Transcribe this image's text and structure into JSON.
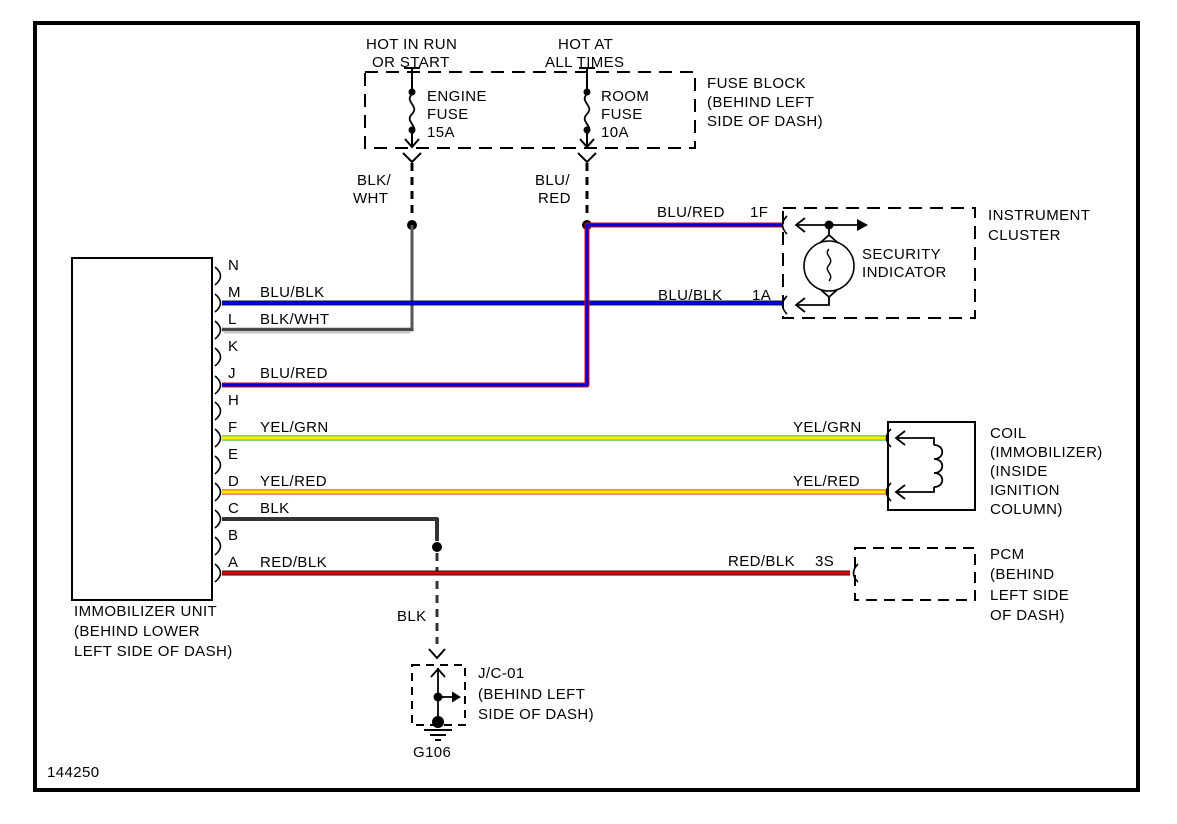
{
  "drawing_number": "144250",
  "colors": {
    "blue": "#0000dd",
    "red": "#e80000",
    "yellow": "#ffee00",
    "green": "#00a000",
    "wire_black": "#333333",
    "wire_gray": "#575757"
  },
  "power_sources": {
    "run_start": [
      "HOT IN RUN",
      "OR START"
    ],
    "all_times": [
      "HOT AT",
      "ALL TIMES"
    ]
  },
  "fuse_block": {
    "label": [
      "FUSE BLOCK",
      "(BEHIND LEFT",
      "SIDE OF DASH)"
    ],
    "engine_fuse": [
      "ENGINE",
      "FUSE",
      "15A"
    ],
    "room_fuse": [
      "ROOM",
      "FUSE",
      "10A"
    ]
  },
  "fuse_outputs": {
    "left": [
      "BLK/",
      "WHT"
    ],
    "right": [
      "BLU/",
      "RED"
    ]
  },
  "instrument_cluster": {
    "label": [
      "INSTRUMENT",
      "CLUSTER"
    ],
    "indicator": [
      "SECURITY",
      "INDICATOR"
    ],
    "wire_top": "BLU/RED",
    "pin_top": "1F",
    "wire_bottom": "BLU/BLK",
    "pin_bottom": "1A"
  },
  "immobilizer_unit": {
    "label": [
      "IMMOBILIZER UNIT",
      "(BEHIND LOWER",
      "LEFT SIDE OF DASH)"
    ],
    "pins": [
      "N",
      "M",
      "L",
      "K",
      "J",
      "H",
      "F",
      "E",
      "D",
      "C",
      "B",
      "A"
    ],
    "wire_m": "BLU/BLK",
    "wire_l": "BLK/WHT",
    "wire_j": "BLU/RED",
    "wire_f": "YEL/GRN",
    "wire_d": "YEL/RED",
    "wire_c": "BLK",
    "wire_a": "RED/BLK"
  },
  "coil": {
    "label": [
      "COIL",
      "(IMMOBILIZER)",
      "(INSIDE",
      "IGNITION",
      "COLUMN)"
    ],
    "wire_top": "YEL/GRN",
    "wire_bottom": "YEL/RED"
  },
  "pcm": {
    "label": [
      "PCM",
      "(BEHIND",
      "LEFT SIDE",
      "OF DASH)"
    ],
    "wire": "RED/BLK",
    "pin": "3S"
  },
  "junction_connector": {
    "label": [
      "J/C-01",
      "(BEHIND LEFT",
      "SIDE OF DASH)"
    ],
    "wire": "BLK",
    "ground": "G106"
  },
  "connections": [
    {
      "from": "ENGINE FUSE 15A (HOT IN RUN OR START)",
      "to": "IMMOBILIZER UNIT pin L",
      "wire": "BLK/WHT"
    },
    {
      "from": "ROOM FUSE 10A (HOT AT ALL TIMES)",
      "to": "INSTRUMENT CLUSTER pin 1F (SECURITY INDICATOR)",
      "wire": "BLU/RED"
    },
    {
      "from": "ROOM FUSE 10A (HOT AT ALL TIMES)",
      "to": "IMMOBILIZER UNIT pin J",
      "wire": "BLU/RED"
    },
    {
      "from": "IMMOBILIZER UNIT pin M",
      "to": "INSTRUMENT CLUSTER pin 1A",
      "wire": "BLU/BLK"
    },
    {
      "from": "IMMOBILIZER UNIT pin F",
      "to": "COIL (IMMOBILIZER)",
      "wire": "YEL/GRN"
    },
    {
      "from": "IMMOBILIZER UNIT pin D",
      "to": "COIL (IMMOBILIZER)",
      "wire": "YEL/RED"
    },
    {
      "from": "IMMOBILIZER UNIT pin C",
      "to": "J/C-01 then ground G106",
      "wire": "BLK"
    },
    {
      "from": "IMMOBILIZER UNIT pin A",
      "to": "PCM pin 3S",
      "wire": "RED/BLK"
    }
  ]
}
